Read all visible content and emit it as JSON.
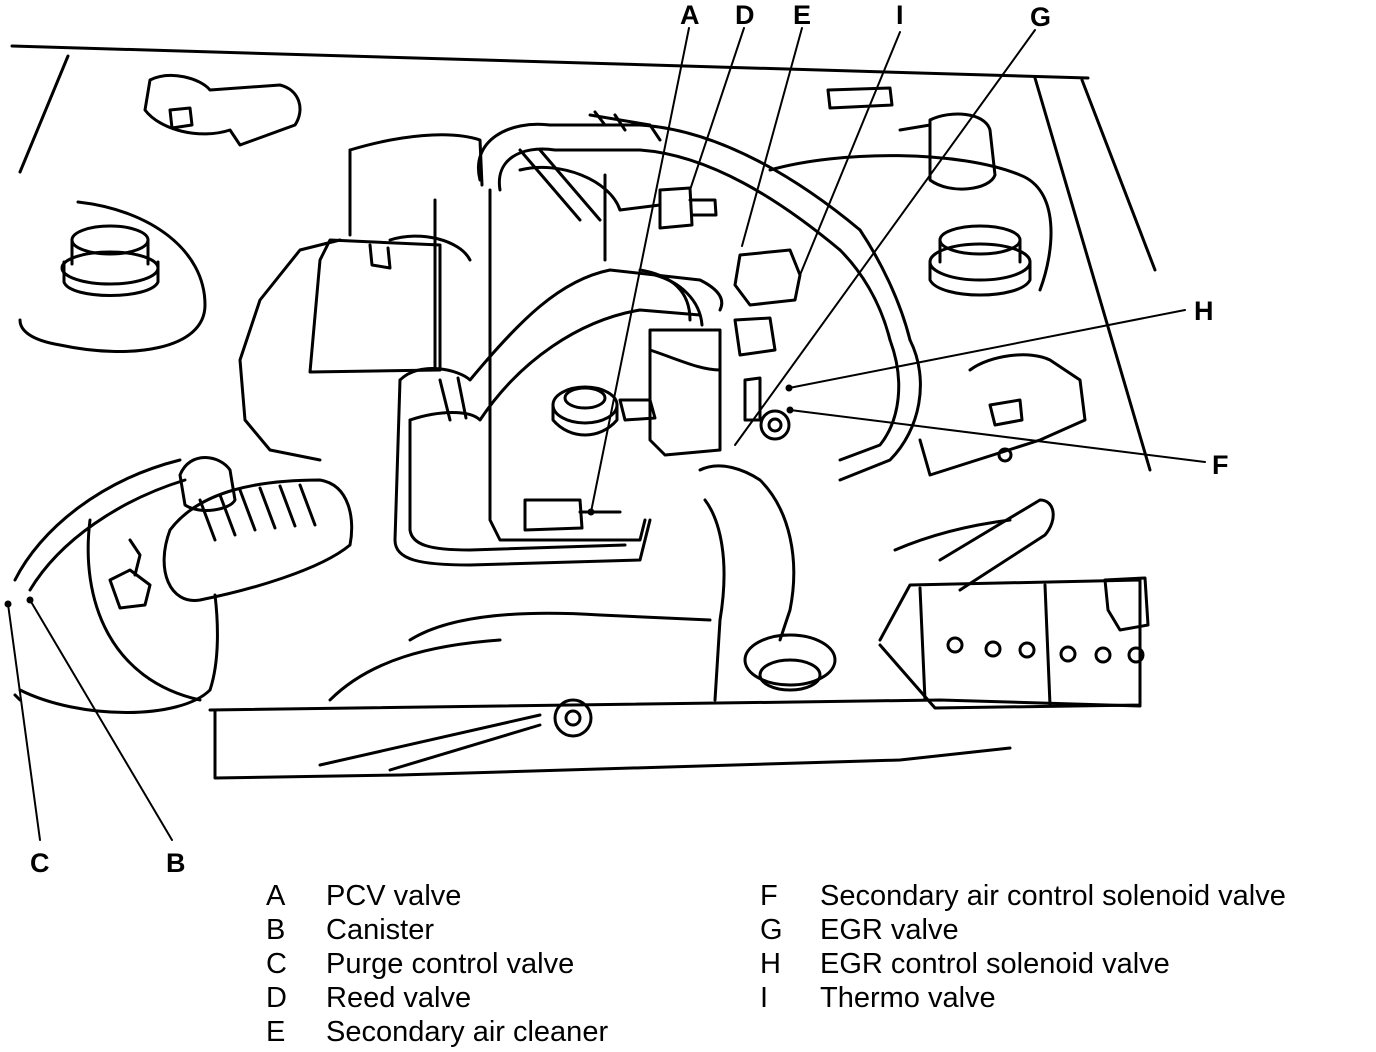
{
  "callouts": {
    "A": "A",
    "D": "D",
    "E": "E",
    "I": "I",
    "G": "G",
    "H": "H",
    "F": "F",
    "C": "C",
    "B": "B"
  },
  "legend": {
    "left": [
      {
        "key": "A",
        "label": "PCV valve"
      },
      {
        "key": "B",
        "label": "Canister"
      },
      {
        "key": "C",
        "label": "Purge control valve"
      },
      {
        "key": "D",
        "label": "Reed valve"
      },
      {
        "key": "E",
        "label": "Secondary air cleaner"
      }
    ],
    "right": [
      {
        "key": "F",
        "label": "Secondary air control solenoid valve"
      },
      {
        "key": "G",
        "label": "EGR valve"
      },
      {
        "key": "H",
        "label": "EGR control solenoid valve"
      },
      {
        "key": "I",
        "label": "Thermo valve"
      }
    ]
  }
}
